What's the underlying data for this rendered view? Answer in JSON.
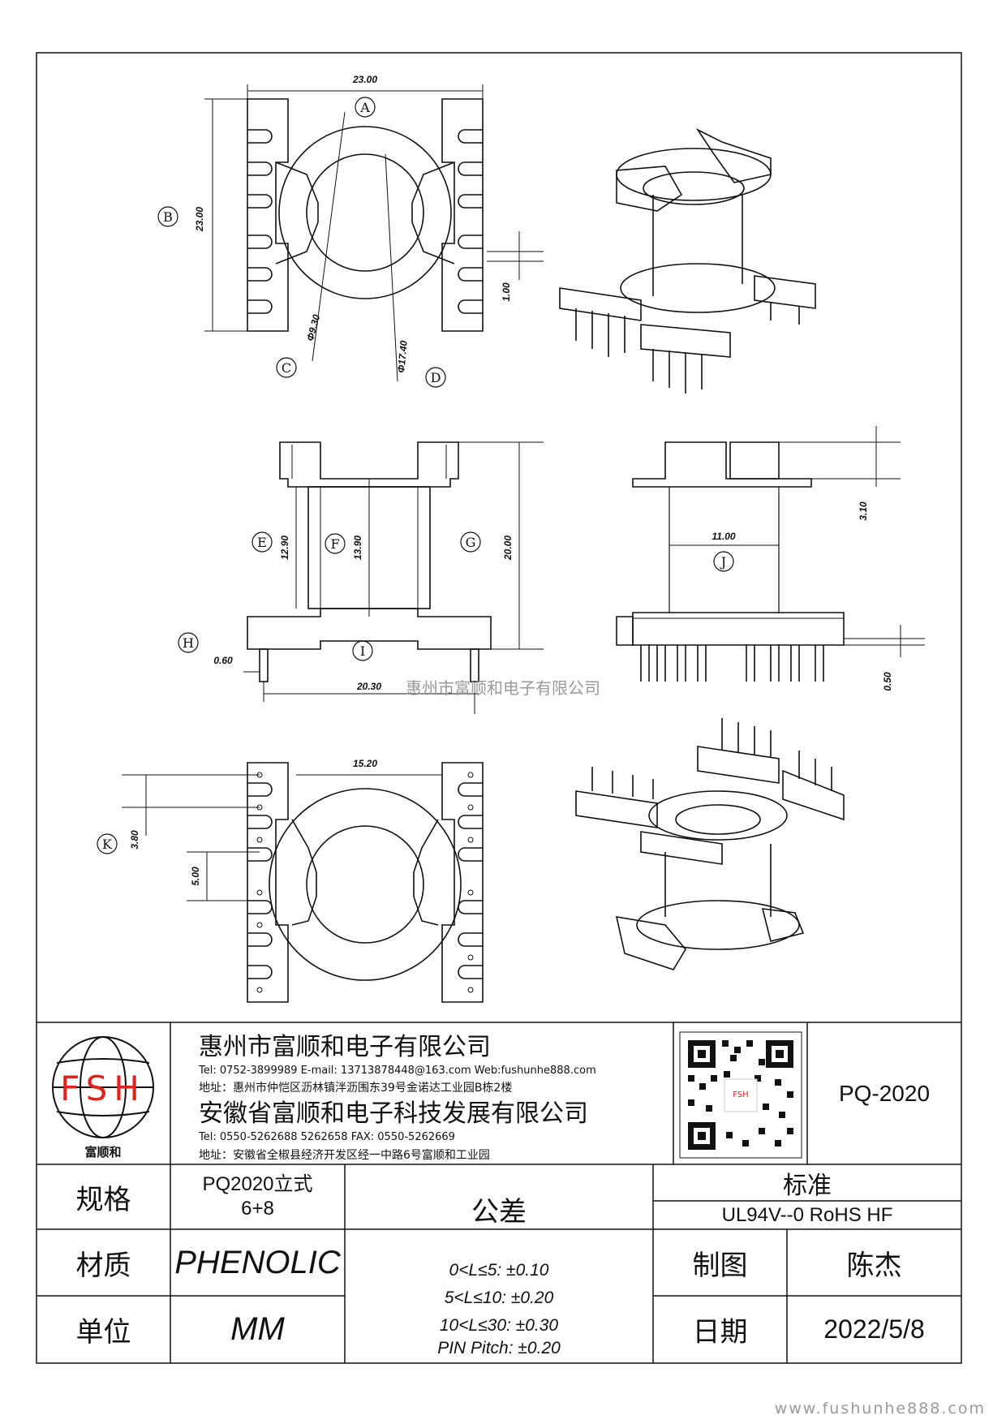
{
  "watermarks": {
    "center": "惠州市富顺和电子有限公司",
    "footer": "www.fushunhe888.com"
  },
  "dimensions": {
    "top_width": "23.00",
    "top_height": "23.00",
    "pin_gap": "1.00",
    "dia_outer": "Φ9.30",
    "dia_inner": "Φ17.40",
    "inner_height_e": "12.90",
    "inner_height_f": "13.90",
    "total_height": "20.00",
    "flange_height": "3.10",
    "bobbin_width": "11.00",
    "pin_dia": "0.60",
    "pin_span": "20.30",
    "pin_protrude": "0.50",
    "window_width": "15.20",
    "pitch_k": "3.80",
    "row_gap": "5.00"
  },
  "labels": {
    "a": "A",
    "b": "B",
    "c": "C",
    "d": "D",
    "e": "E",
    "f": "F",
    "g": "G",
    "h": "H",
    "i": "I",
    "j": "J",
    "k": "K"
  },
  "company": {
    "logo_letters": "FSH",
    "logo_caption": "富顺和",
    "name1": "惠州市富顺和电子有限公司",
    "contact1": "Tel: 0752-3899989  E-mail: 13713878448@163.com  Web:fushunhe888.com",
    "address1": "地址：惠州市仲恺区沥林镇泮沥围东39号金诺达工业园B栋2楼",
    "name2": "安徽省富顺和电子科技发展有限公司",
    "contact2": "Tel: 0550-5262688  5262658    FAX: 0550-5262669",
    "address2": "地址：安徽省全椒县经济开发区经一中路6号富顺和工业园",
    "qr_caption": "FSH"
  },
  "part_number": "PQ-2020",
  "table": {
    "spec_label": "规格",
    "spec_value_line1": "PQ2020立式",
    "spec_value_line2": "6+8",
    "tolerance_label": "公差",
    "standard_label": "标准",
    "standard_value": "UL94V--0  RoHS HF",
    "material_label": "材质",
    "material_value": "PHENOLIC",
    "tol1": "0<L≤5: ±0.10",
    "tol2": "5<L≤10: ±0.20",
    "tol3": "10<L≤30: ±0.30",
    "tol4": "PIN Pitch: ±0.20",
    "drawn_label": "制图",
    "drawn_value": "陈杰",
    "unit_label": "单位",
    "unit_value": "MM",
    "date_label": "日期",
    "date_value": "2022/5/8"
  },
  "colors": {
    "line": "#111111",
    "logo_red": "#e0241b",
    "watermark": "#9a9a9a"
  }
}
